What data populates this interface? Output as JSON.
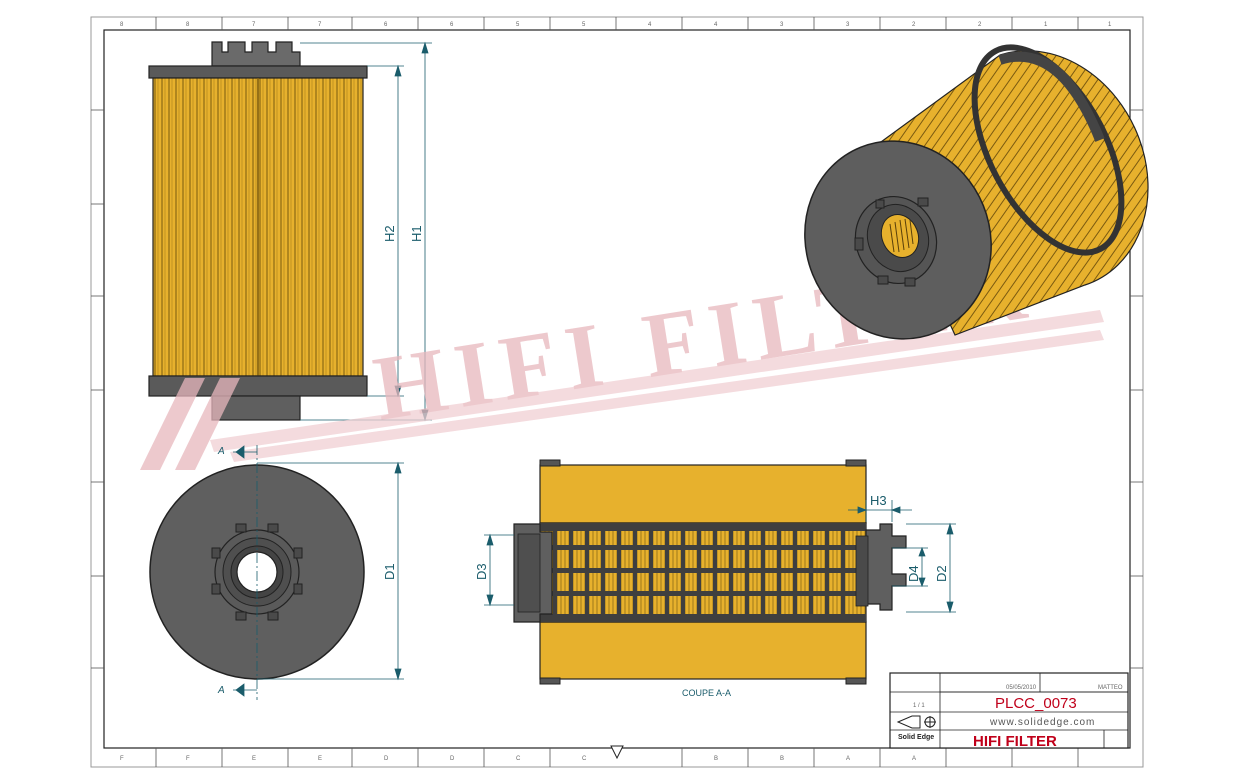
{
  "drawing": {
    "watermark": "HIFI FILTER",
    "section_label": "COUPE A-A",
    "section_marker": "A",
    "dimensions": {
      "h1": "H1",
      "h2": "H2",
      "h3": "H3",
      "d1": "D1",
      "d2": "D2",
      "d3": "D3",
      "d4": "D4"
    },
    "border_top_numbers": [
      "8",
      "7",
      "6",
      "5",
      "4",
      "3",
      "2",
      "1"
    ],
    "border_bottom_letters": [
      "F",
      "F",
      "E",
      "E",
      "D",
      "D",
      "C",
      "C",
      "B",
      "B",
      "A",
      "A"
    ]
  },
  "title_block": {
    "date": "05/05/2010",
    "author": "MATTEO",
    "sheet": "1 / 1",
    "part_number": "PLCC_0073",
    "website": "www.solidedge.com",
    "software": "Solid Edge",
    "company": "HIFI FILTER"
  },
  "colors": {
    "filter_media": "#e7b12d",
    "cap_gray": "#5f5f5f",
    "dimension_teal": "#1a5c6b",
    "watermark_red": "#e8b7bd",
    "title_red": "#c0001a"
  }
}
